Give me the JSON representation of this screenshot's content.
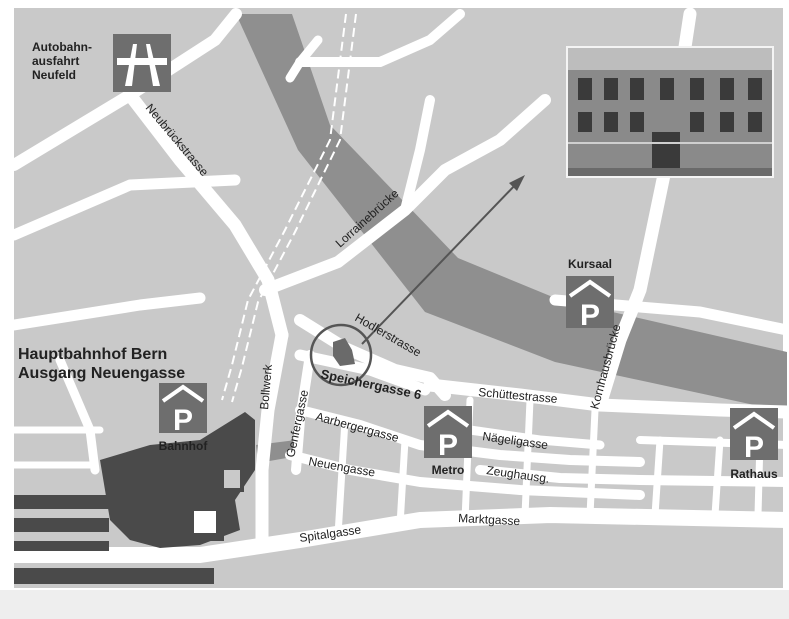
{
  "colors": {
    "background": "#c9c9c9",
    "road": "#ffffff",
    "river": "#8f8f8f",
    "building_dark": "#4a4a4a",
    "parking_box": "#6e6e6e",
    "text": "#222222",
    "pointer": "#555555"
  },
  "labels": {
    "autobahn": [
      "Autobahn-",
      "ausfahrt",
      "Neufeld"
    ],
    "station": [
      "Hauptbahnhof Bern",
      "Ausgang Neuengasse"
    ],
    "destination": "Speichergasse 6"
  },
  "streets": {
    "neubrueckstrasse": "Neubrückstrasse",
    "lorrainebruecke": "Lorrainebrücke",
    "hodlerstrasse": "Hodlerstrasse",
    "bollwerk": "Bollwerk",
    "genfergasse": "Genfergasse",
    "aarbergergasse": "Aarbergergasse",
    "neuengasse": "Neuengasse",
    "spitalgasse": "Spitalgasse",
    "marktgasse": "Marktgasse",
    "schuettestrasse": "Schüttestrasse",
    "naegeligasse": "Nägeligasse",
    "zeughausgasse": "Zeughausg.",
    "kornhausbruecke": "Kornhausbrücke"
  },
  "parkings": {
    "bahnhof": {
      "letter": "P",
      "name": "Bahnhof",
      "icon": "parking-icon"
    },
    "metro": {
      "letter": "P",
      "name": "Metro",
      "icon": "parking-icon"
    },
    "kursaal": {
      "letter": "P",
      "name": "Kursaal",
      "icon": "parking-icon"
    },
    "rathaus": {
      "letter": "P",
      "name": "Rathaus",
      "icon": "parking-icon"
    }
  },
  "icons": {
    "autobahn": "motorway-icon",
    "photo": "building-photo"
  }
}
